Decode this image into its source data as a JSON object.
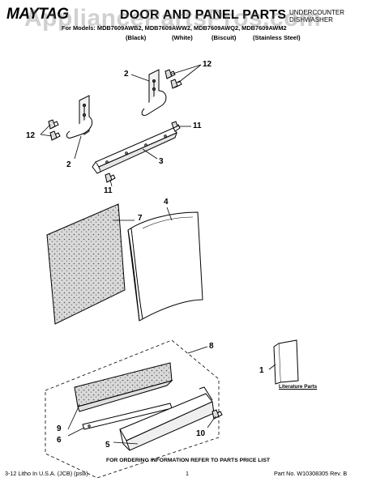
{
  "header": {
    "brand": "MAYTAG",
    "title": "DOOR AND PANEL PARTS",
    "product_line1": "DISHWASHER",
    "product_line2": "UNDERCOUNTER",
    "models": "For Models: MDB7609AWB2, MDB7609AWW2, MDB7609AWQ2, MDB7609AWM2",
    "colors": [
      "(Black)",
      "(White)",
      "(Biscuit)",
      "(Stainless Steel)"
    ]
  },
  "watermark": "AppliancePartsPros.com",
  "callouts": [
    "2",
    "12",
    "12",
    "2",
    "11",
    "3",
    "11",
    "4",
    "7",
    "8",
    "1",
    "9",
    "6",
    "10",
    "5"
  ],
  "literature_label": "Literature Parts",
  "footer": {
    "note": "FOR ORDERING INFORMATION REFER TO PARTS PRICE LIST",
    "left": "3-12 Litho In U.S.A. (JCB) (psw)",
    "page": "1",
    "part_number": "Part No. W10308305 Rev. B"
  }
}
